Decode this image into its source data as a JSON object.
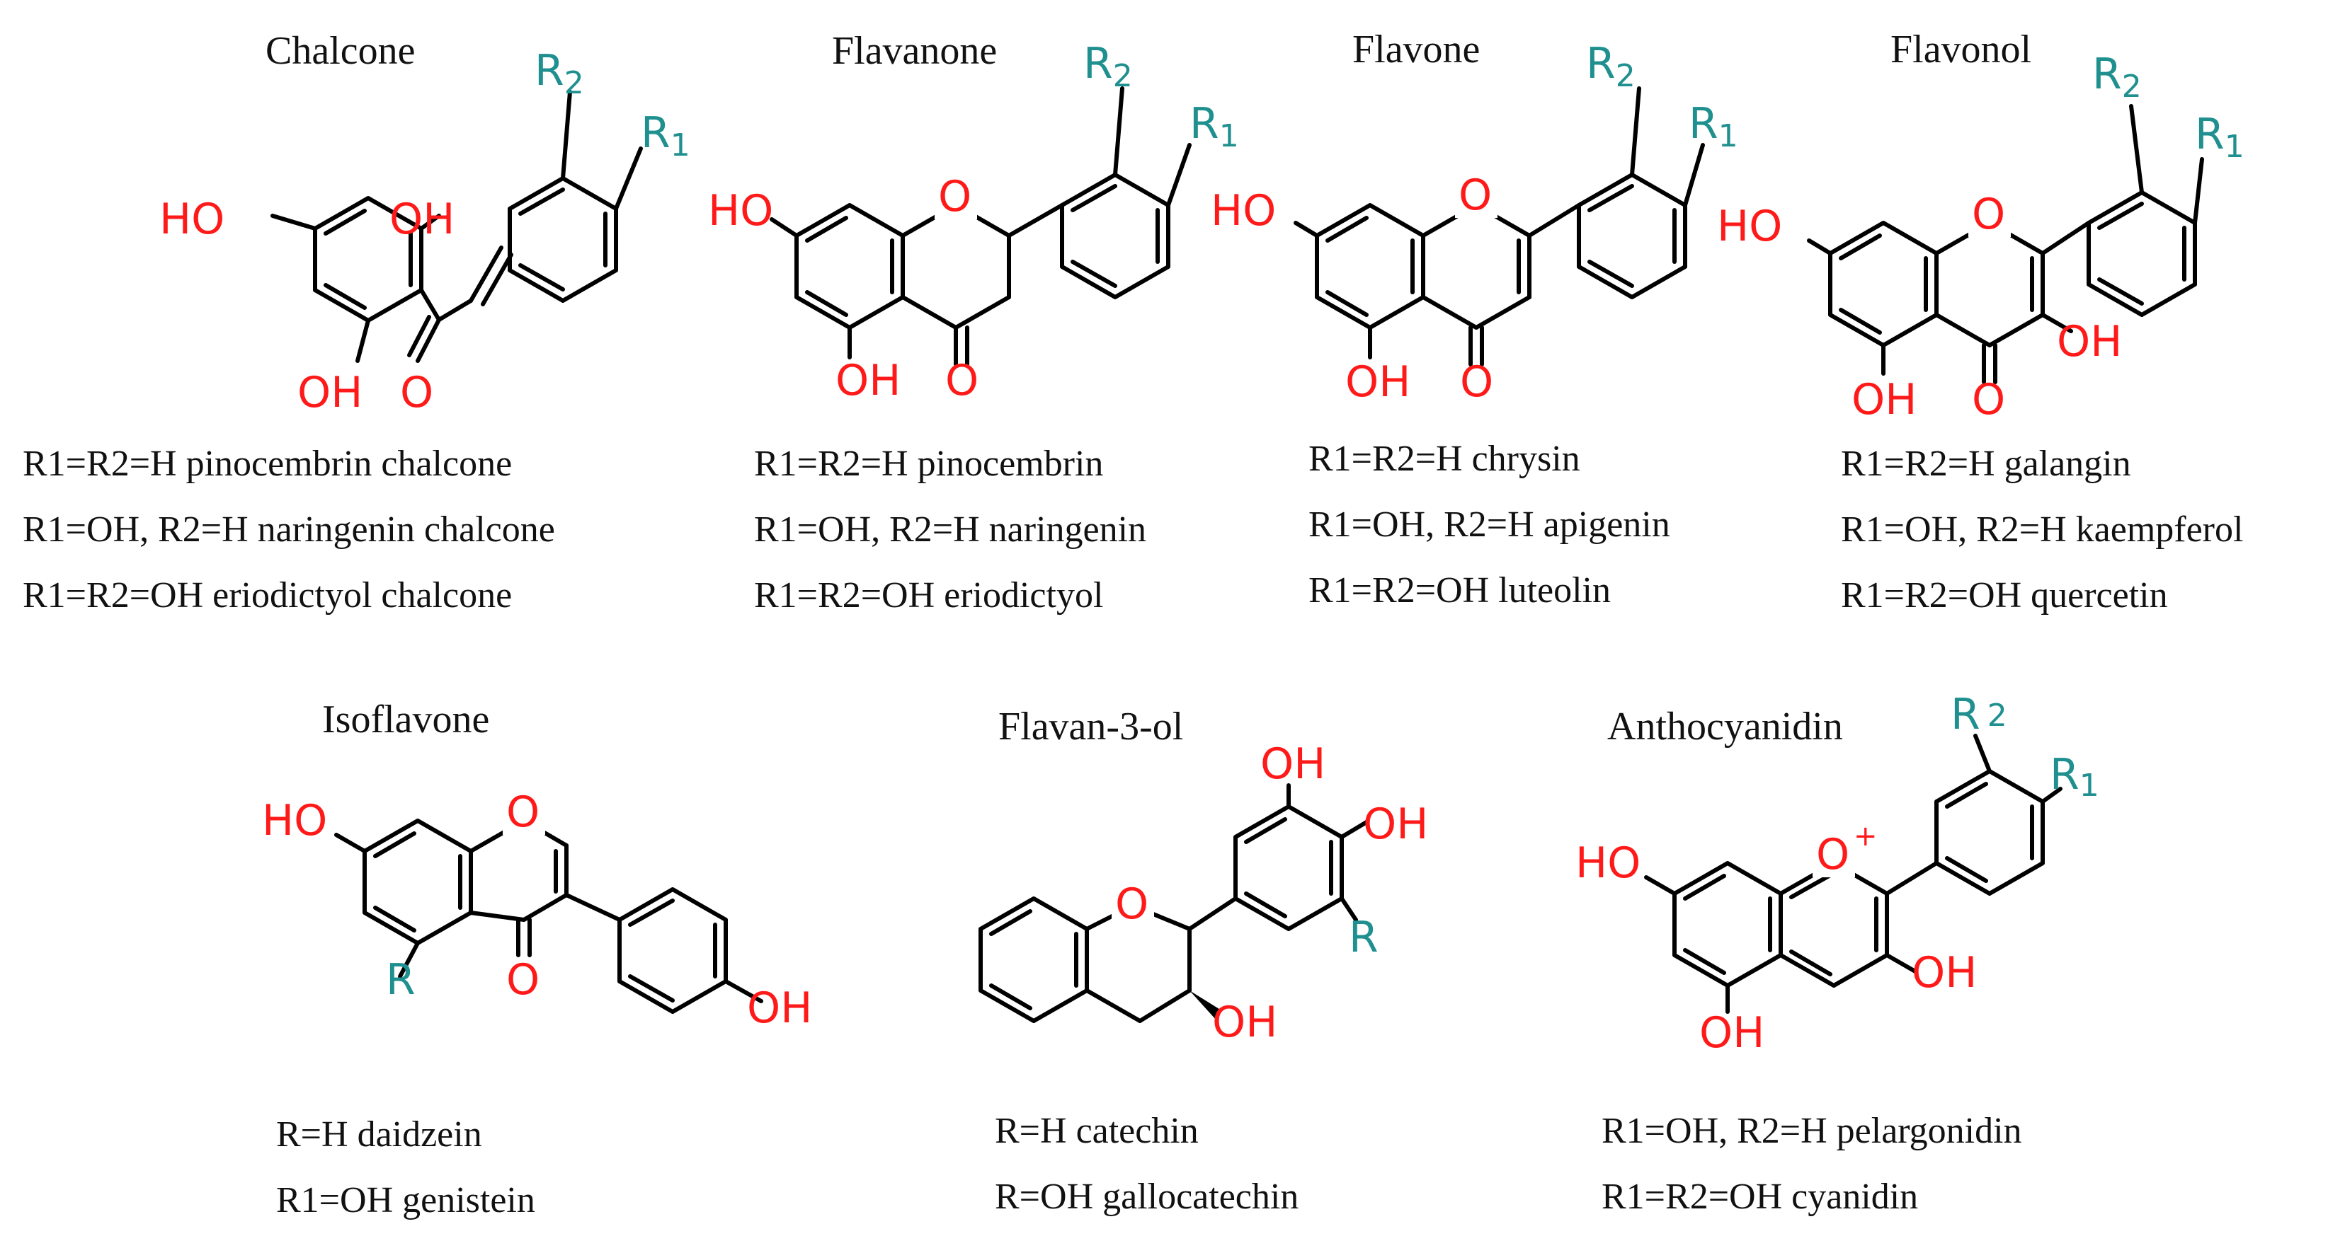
{
  "structures": [
    {
      "name": "Chalcone",
      "captions": [
        "R1=R2=H pinocembrin chalcone",
        "R1=OH, R2=H naringenin chalcone",
        "R1=R2=OH eriodictyol chalcone"
      ]
    },
    {
      "name": "Flavanone",
      "captions": [
        "R1=R2=H pinocembrin",
        "R1=OH, R2=H naringenin",
        "R1=R2=OH eriodictyol"
      ]
    },
    {
      "name": "Flavone",
      "captions": [
        "R1=R2=H chrysin",
        "R1=OH, R2=H apigenin",
        "R1=R2=OH luteolin"
      ]
    },
    {
      "name": "Flavonol",
      "captions": [
        "R1=R2=H galangin",
        "R1=OH, R2=H kaempferol",
        "R1=R2=OH quercetin"
      ]
    },
    {
      "name": "Isoflavone",
      "captions": [
        "R=H daidzein",
        "R1=OH genistein"
      ]
    },
    {
      "name": "Flavan-3-ol",
      "captions": [
        "R=H catechin",
        "R=OH gallocatechin"
      ]
    },
    {
      "name": "Anthocyanidin",
      "captions": [
        "R1=OH, R2=H pelargonidin",
        "R1=R2=OH cyanidin"
      ]
    }
  ],
  "atoms": {
    "hydroxyl": "OH",
    "hydroxyl_left": "HO",
    "oxygen": "O",
    "r": "R",
    "r_sub_1": "1",
    "r_sub_2": "2",
    "plus": "+"
  },
  "colors": {
    "heteroatom": "#ff1a1a",
    "substituent": "#1f8f8f",
    "bond": "#000000"
  }
}
